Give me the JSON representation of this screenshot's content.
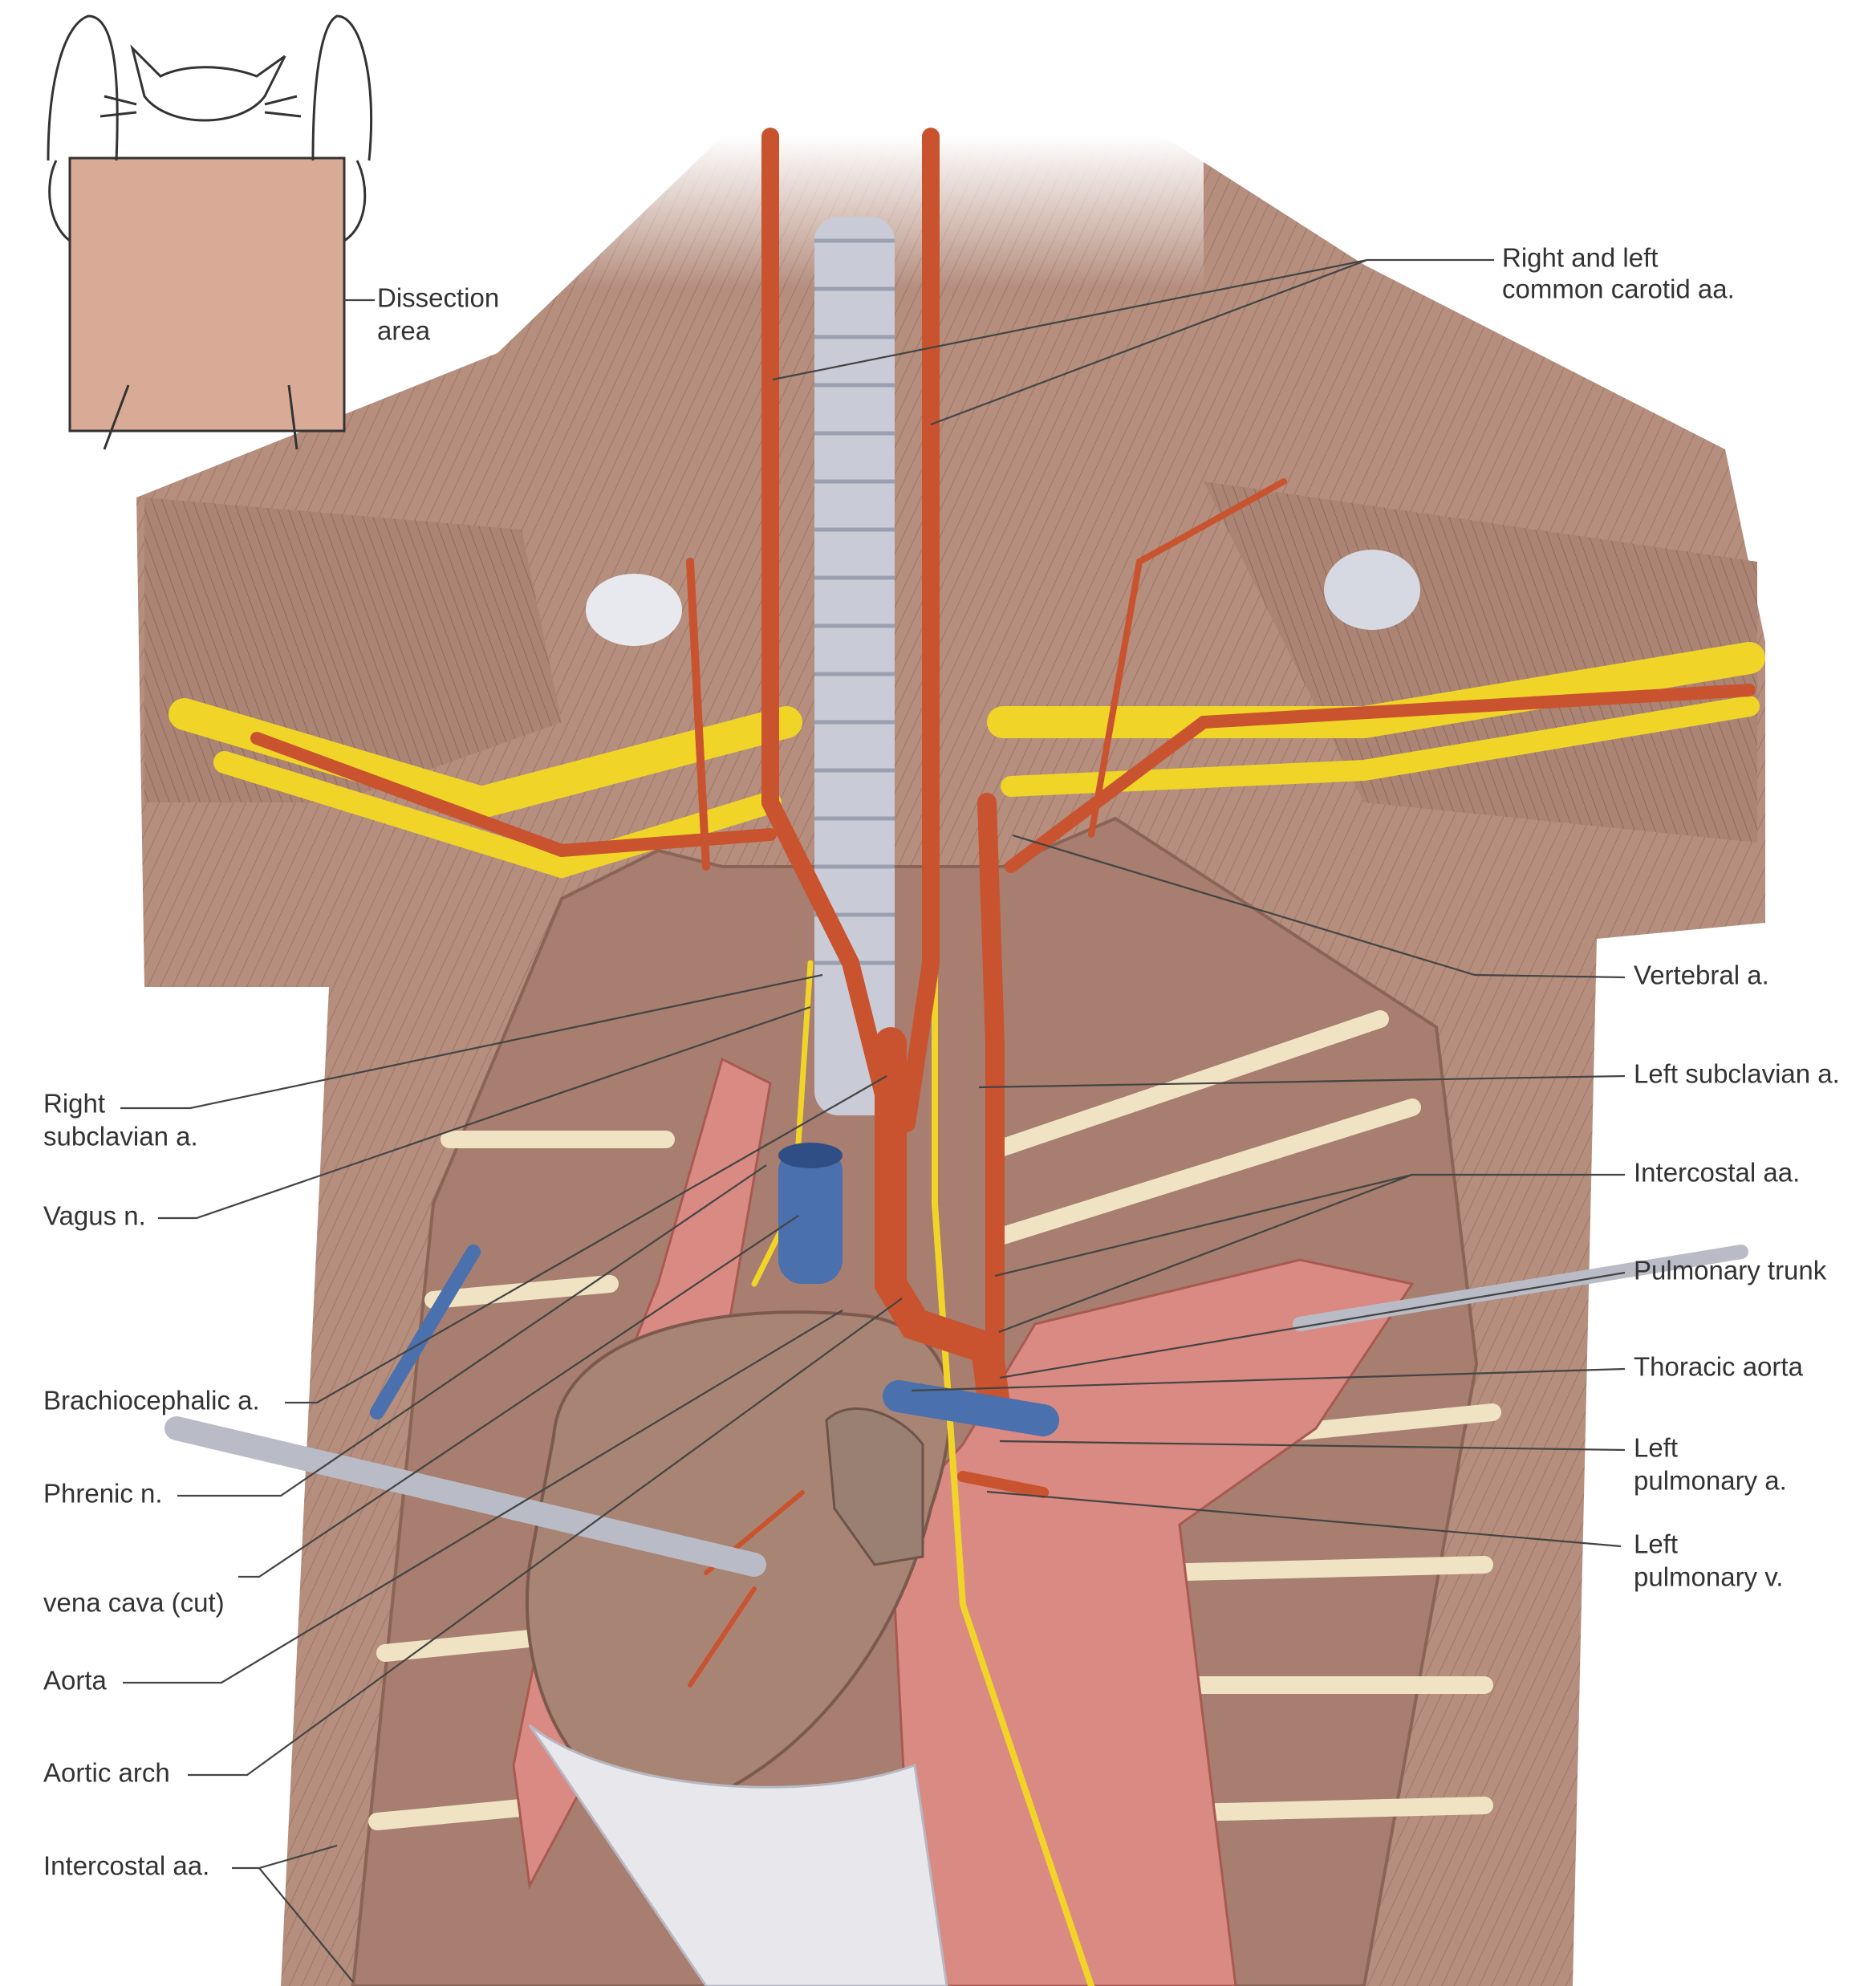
{
  "inset": {
    "label_line1": "Dissection",
    "label_line2": "area",
    "colors": {
      "area_fill": "#d9ab97"
    }
  },
  "labels_right": {
    "carotid_line1": "Right and left",
    "carotid_line2": "common carotid aa.",
    "vertebral": "Vertebral a.",
    "left_subclavian": "Left subclavian a.",
    "intercostal": "Intercostal aa.",
    "pulmonary_trunk": "Pulmonary trunk",
    "thoracic_aorta": "Thoracic aorta",
    "left_pulm_a_line1": "Left",
    "left_pulm_a_line2": "pulmonary a.",
    "left_pulm_v_line1": "Left",
    "left_pulm_v_line2": "pulmonary v."
  },
  "labels_left": {
    "right_subclavian_line1": "Right",
    "right_subclavian_line2": "subclavian a.",
    "vagus": "Vagus n.",
    "brachiocephalic": "Brachiocephalic a.",
    "phrenic": "Phrenic n.",
    "vena_cava": "vena cava (cut)",
    "aorta": "Aorta",
    "aortic_arch": "Aortic arch",
    "intercostal": "Intercostal aa."
  },
  "colors": {
    "muscle": "#b58e7e",
    "artery": "#c9532f",
    "nerve": "#f0d428",
    "vein": "#4a70ad",
    "rib": "#efe3c4",
    "lung": "#d98a82",
    "heart": "#a88474",
    "probe": "#b9bcc6"
  }
}
